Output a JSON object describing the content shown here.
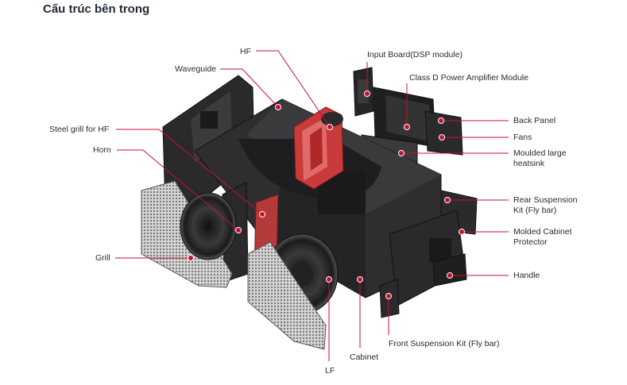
{
  "page": {
    "title": "Cấu trúc bên trong"
  },
  "colors": {
    "accent": "#c8102e",
    "cabinet": "#2e2e30",
    "cabinet_dark": "#1c1c1e",
    "grill": "#9a9a9a",
    "hf_driver": "#c93a3a"
  },
  "callouts": [
    {
      "id": "hf",
      "label": "HF"
    },
    {
      "id": "input-board",
      "label": "Input Board(DSP module)"
    },
    {
      "id": "waveguide",
      "label": "Waveguide"
    },
    {
      "id": "class-d-amp",
      "label": "Class D Power Amplifier Module"
    },
    {
      "id": "back-panel",
      "label": "Back Panel"
    },
    {
      "id": "steel-grill-hf",
      "label": "Steel grill for HF"
    },
    {
      "id": "fans",
      "label": "Fans"
    },
    {
      "id": "horn",
      "label": "Horn"
    },
    {
      "id": "heatsink",
      "label": [
        "Moulded large",
        "heatsink"
      ]
    },
    {
      "id": "rear-suspension",
      "label": [
        "Rear Suspension",
        "Kit (Fly bar)"
      ]
    },
    {
      "id": "cabinet-protector",
      "label": [
        "Molded Cabinet",
        "Protector"
      ]
    },
    {
      "id": "grill",
      "label": "Grill"
    },
    {
      "id": "handle",
      "label": "Handle"
    },
    {
      "id": "front-suspension",
      "label": "Front Suspension Kit (Fly bar)"
    },
    {
      "id": "cabinet",
      "label": "Cabinet"
    },
    {
      "id": "lf",
      "label": "LF"
    }
  ]
}
